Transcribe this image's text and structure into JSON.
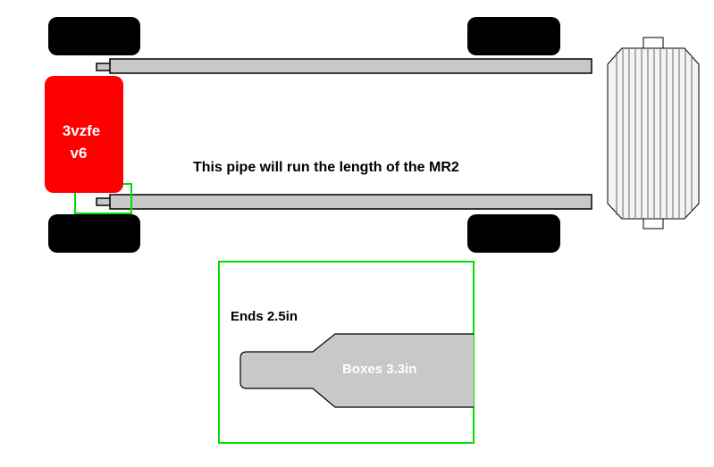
{
  "engine": {
    "line1": "3vzfe",
    "line2": "v6",
    "color": "#ff0000"
  },
  "pipe_caption": "This pipe will run the length of the MR2",
  "detail": {
    "ends_label": "Ends 2.5in",
    "boxes_label": "Boxes 3.3in",
    "frame_color": "#00dd00"
  },
  "colors": {
    "tire": "#000000",
    "pipe": "#c8c8c8",
    "outline": "#000000",
    "radiator": "#f0f0f0"
  }
}
